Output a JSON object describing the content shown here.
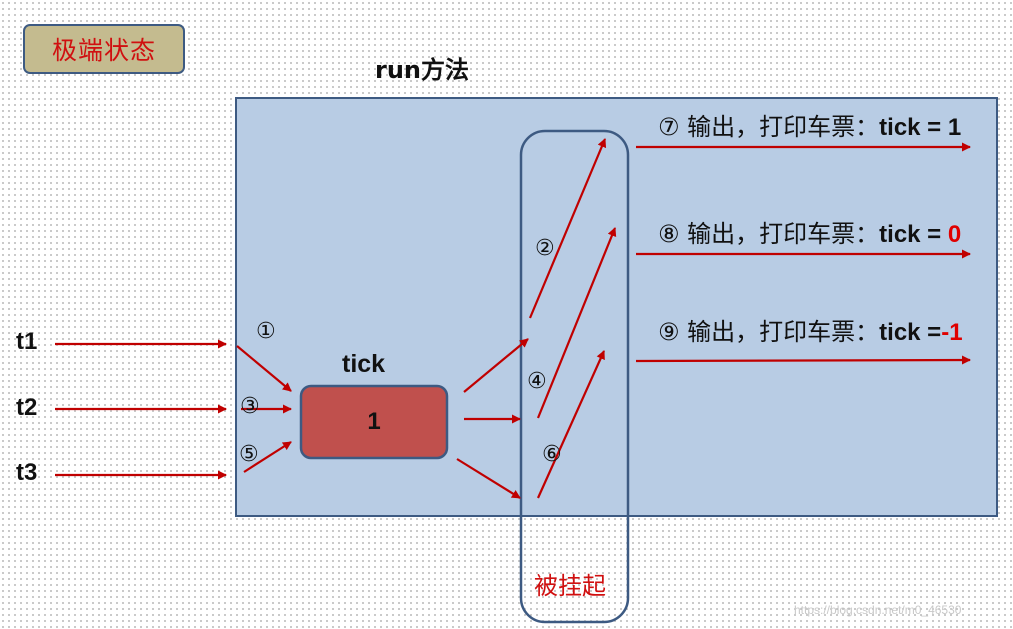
{
  "title_badge": "极端状态",
  "method_label": "run方法",
  "threads": [
    "t1",
    "t2",
    "t3"
  ],
  "tick": {
    "name": "tick",
    "value": "1"
  },
  "steps": {
    "s1": "①",
    "s2": "②",
    "s3": "③",
    "s4": "④",
    "s5": "⑤",
    "s6": "⑥"
  },
  "outputs": [
    {
      "num": "⑦",
      "text": " 输出，打印车票：",
      "tick": "tick =",
      "value": " 1",
      "value_color": "#111111"
    },
    {
      "num": "⑧",
      "text": " 输出，打印车票：",
      "tick": "tick =",
      "value": " 0",
      "value_color": "#e00000"
    },
    {
      "num": "⑨",
      "text": " 输出，打印车票：",
      "tick": "tick =",
      "value": "-1",
      "value_color": "#e00000"
    }
  ],
  "suspended_label": "被挂起",
  "watermark": "https://blog.csdn.net/m0_46530",
  "colors": {
    "panel": "#b8cce4",
    "border": "#3d5a82",
    "arrow": "#c00000",
    "tick_box": "#c0504d",
    "badge": "#c4bb8f"
  }
}
